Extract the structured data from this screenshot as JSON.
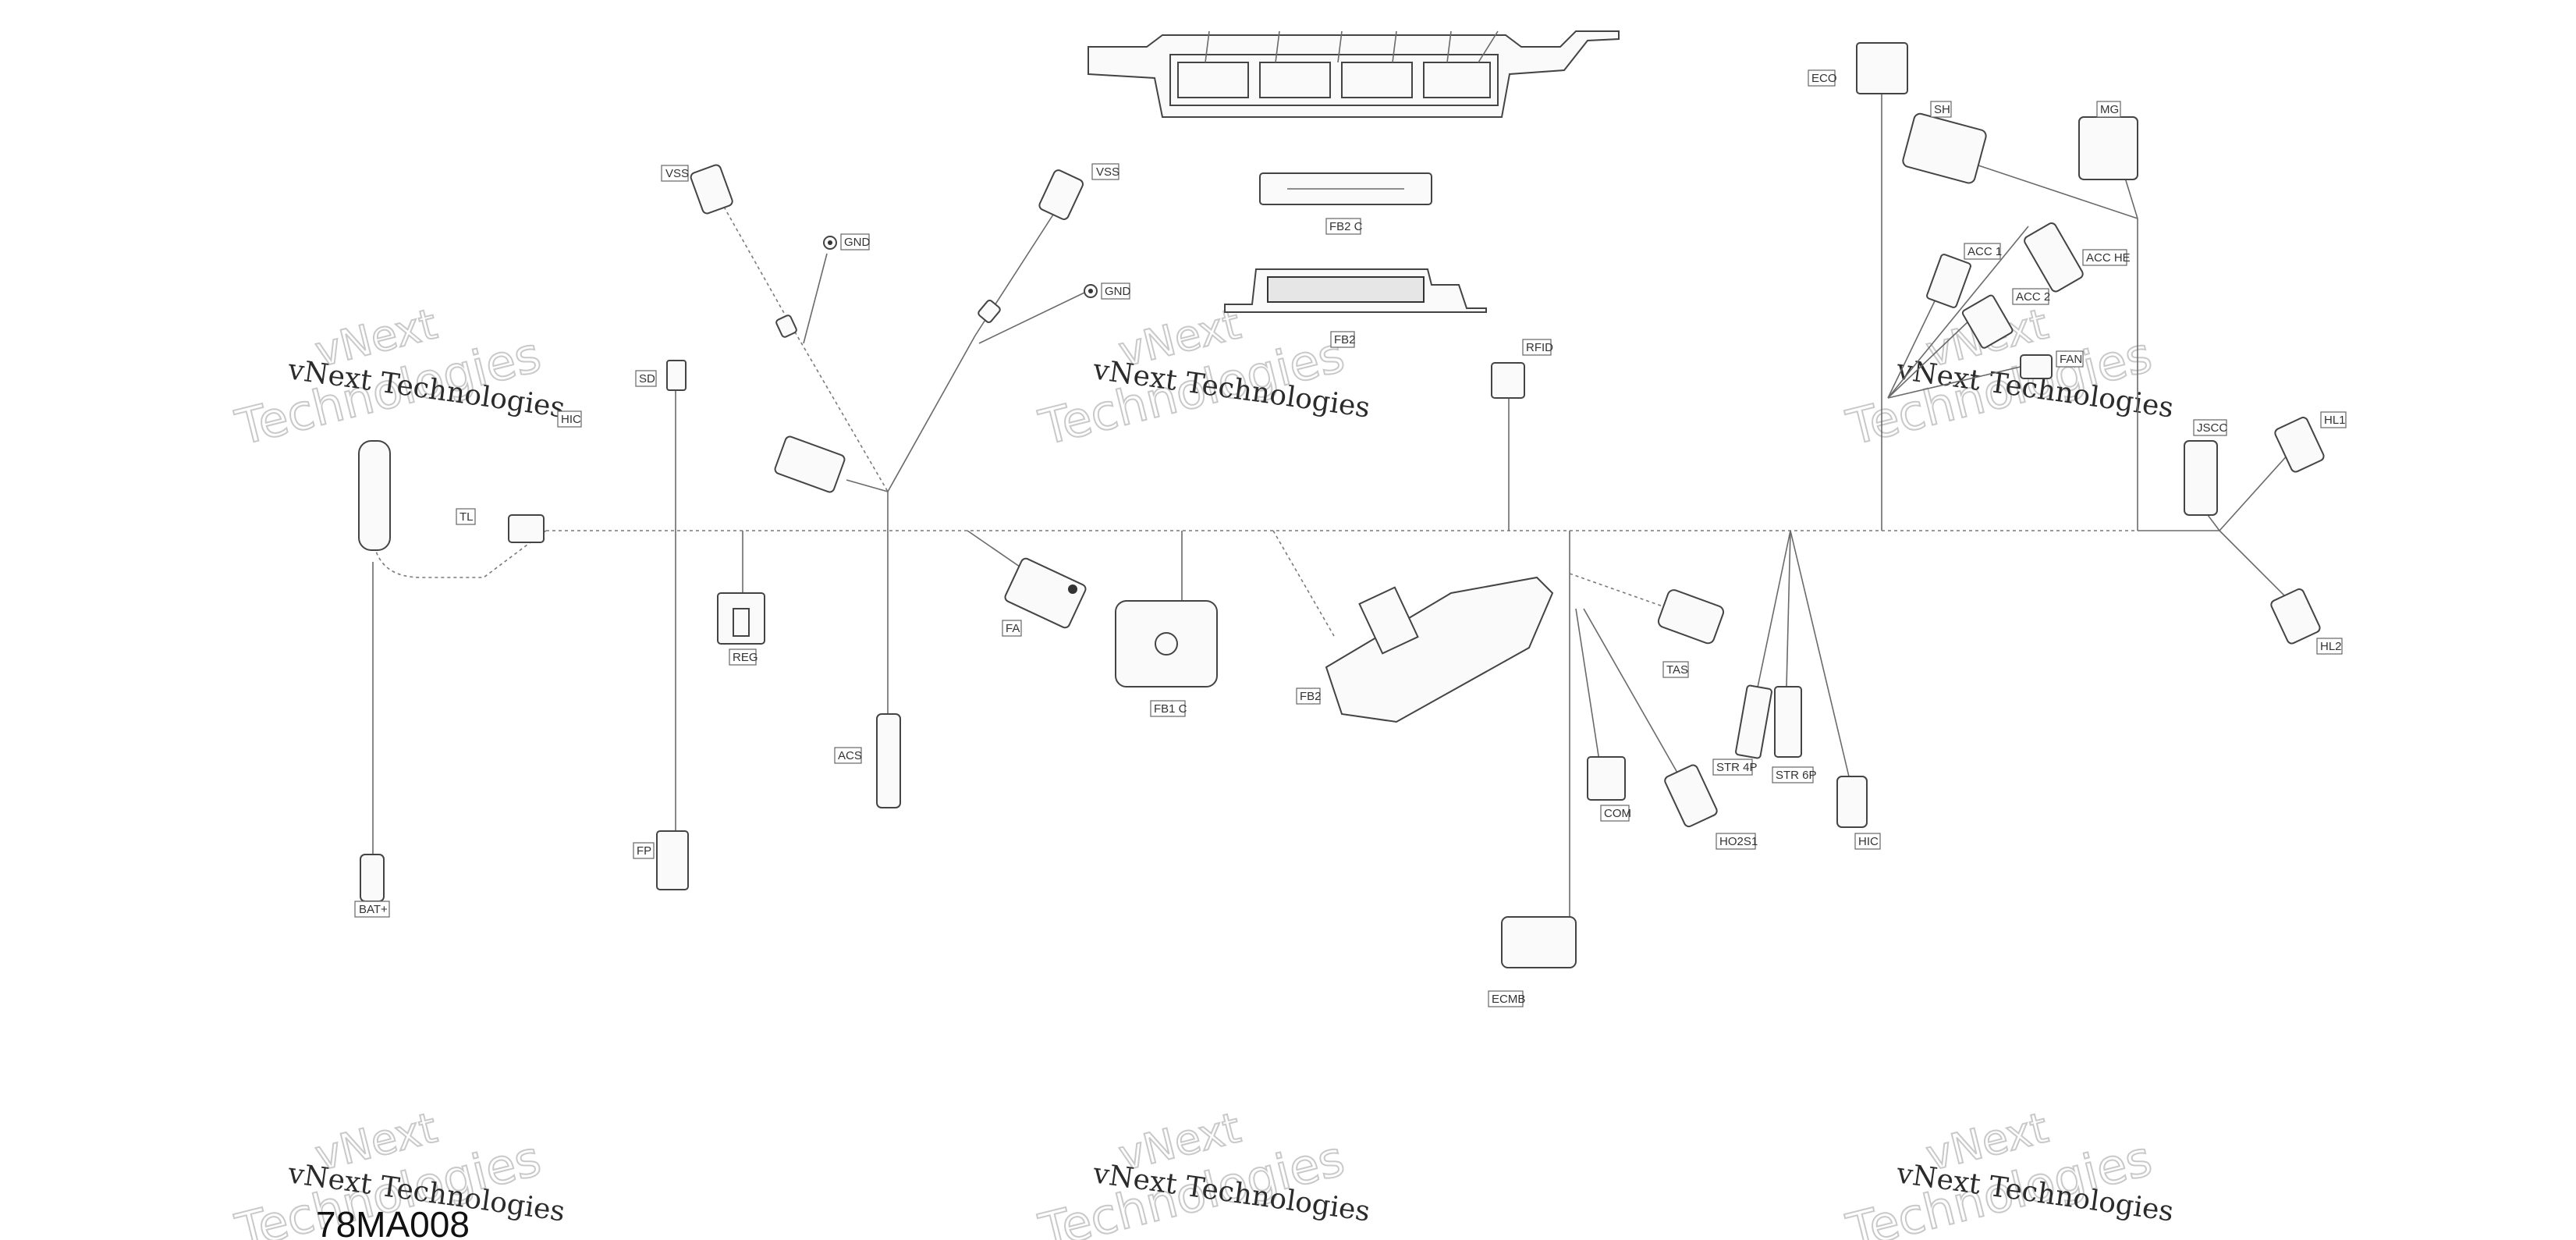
{
  "diagram": {
    "figure_code": "78MA008",
    "watermark": {
      "line1": "vNext Technologies",
      "ghost_top": "vNext",
      "ghost_bottom": "Technologies"
    },
    "labels": {
      "vss_left": "VSS",
      "vss_right": "VSS",
      "gnd_left": "GND",
      "gnd_right": "GND",
      "sd": "SD",
      "hic_left": "HIC",
      "tl": "TL",
      "reg": "REG",
      "acs": "ACS",
      "fp": "FP",
      "bat_plus": "BAT+",
      "fa": "FA",
      "fb1c": "FB1 C",
      "fb2c": "FB2 C",
      "fb2_top": "FB2",
      "fb2_main": "FB2",
      "rfid": "RFID",
      "eco": "ECO",
      "sh": "SH",
      "mg": "MG",
      "acc1": "ACC 1",
      "acc_he": "ACC HE",
      "acc2": "ACC 2",
      "fan": "FAN",
      "jscc": "JSCC",
      "hl1": "HL1",
      "hl2": "HL2",
      "tas": "TAS",
      "com": "COM",
      "ho2s1": "HO2S1",
      "str4p": "STR 4P",
      "str6p": "STR 6P",
      "hic_right": "HIC",
      "ecmb": "ECMB"
    }
  }
}
